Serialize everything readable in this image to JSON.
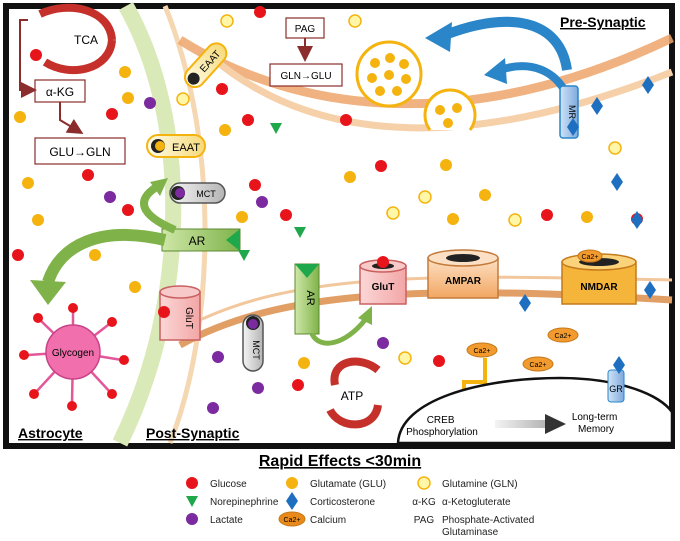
{
  "labels": {
    "tca": "TCA",
    "akg": "α-KG",
    "glu_gln_left": "GLU→GLN",
    "pag": "PAG",
    "gln_glu": "GLN→GLU",
    "eaat": "EAAT",
    "mct": "MCT",
    "ar": "AR",
    "glut": "GluT",
    "ampar": "AMPAR",
    "nmdar": "NMDAR",
    "mr": "MR",
    "gr": "GR",
    "glycogen": "Glycogen",
    "atp": "ATP",
    "ca": "Ca2+",
    "creb": "CREB\nPhosphorylation",
    "ltm": "Long-term\nMemory",
    "presynaptic": "Pre-Synaptic",
    "postsynaptic": "Post-Synaptic",
    "astrocyte": "Astrocyte"
  },
  "title": "Rapid Effects <30min",
  "legend": [
    {
      "symbol": "glucose",
      "label": "Glucose",
      "color": "#e8141b"
    },
    {
      "symbol": "glutamate",
      "label": "Glutamate (GLU)",
      "color": "#f5b30f"
    },
    {
      "symbol": "glutamine",
      "label": "Glutamine (GLN)",
      "color": "#fff6a8"
    },
    {
      "symbol": "norepinephrine",
      "label": "Norepinephrine",
      "color": "#1ea84b"
    },
    {
      "symbol": "corticosterone",
      "label": "Corticosterone",
      "color": "#1f6fc1"
    },
    {
      "symbol": "akg",
      "label": "α-Ketogluterate",
      "prefix": "α-KG"
    },
    {
      "symbol": "lactate",
      "label": "Lactate",
      "color": "#7b2aa0"
    },
    {
      "symbol": "calcium",
      "label": "Calcium",
      "color": "#e8891a"
    },
    {
      "symbol": "pag",
      "label": "Phosphate-Activated\nGlutaminase",
      "prefix": "PAG"
    }
  ]
}
